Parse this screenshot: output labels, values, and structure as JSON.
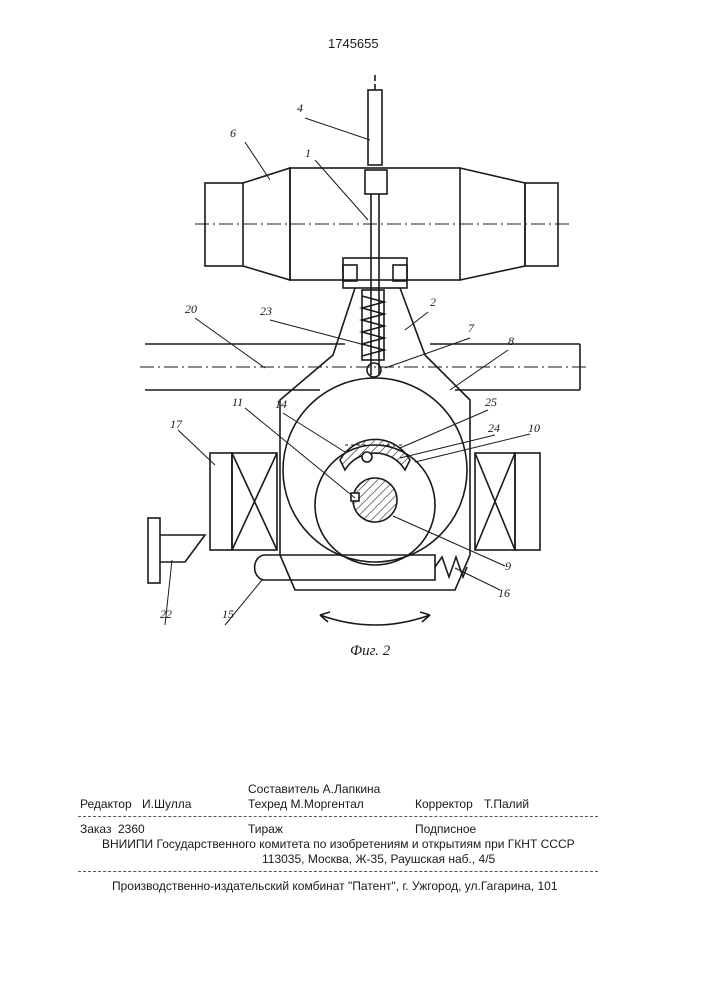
{
  "patent_number": "1745655",
  "figure_caption": "Фиг. 2",
  "callouts": {
    "n1": "1",
    "n2": "2",
    "n4": "4",
    "n6": "6",
    "n7": "7",
    "n8": "8",
    "n9": "9",
    "n10": "10",
    "n11": "11",
    "n14": "14",
    "n15": "15",
    "n16": "16",
    "n17": "17",
    "n20": "20",
    "n22": "22",
    "n23": "23",
    "n24": "24",
    "n25": "25"
  },
  "credits": {
    "compiler": "Составитель А.Лапкина",
    "editor_label": "Редактор",
    "editor_name": "И.Шулла",
    "techred": "Техред М.Моргентал",
    "corrector_label": "Корректор",
    "corrector_name": "Т.Палий"
  },
  "order": {
    "order_label": "Заказ",
    "order_value": "2360",
    "circulation": "Тираж",
    "subscription": "Подписное",
    "institute": "ВНИИПИ Государственного комитета по изобретениям и открытиям при ГКНТ СССР",
    "address": "113035, Москва, Ж-35, Раушская наб., 4/5"
  },
  "publisher": "Производственно-издательский комбинат \"Патент\", г. Ужгород, ул.Гагарина, 101"
}
